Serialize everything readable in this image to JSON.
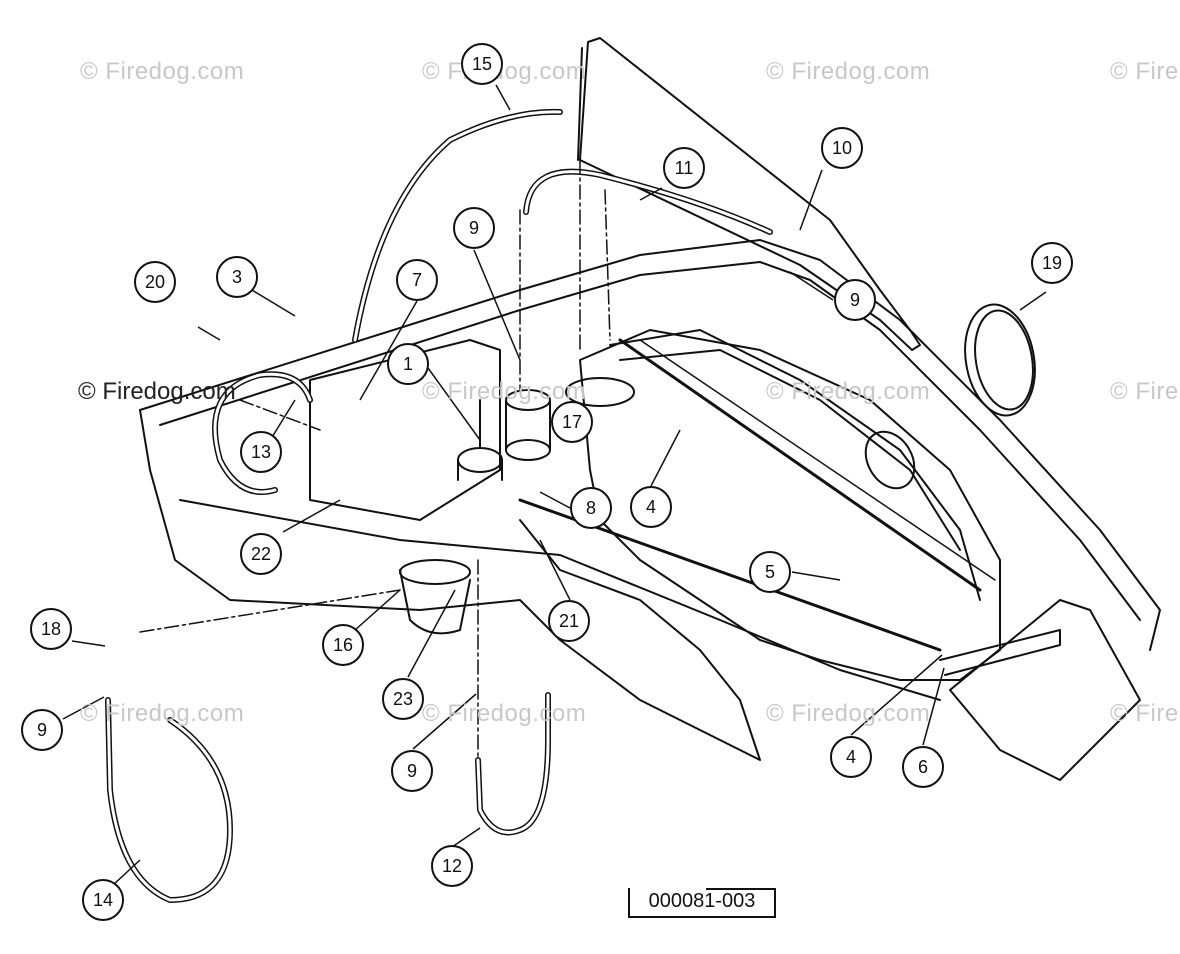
{
  "watermark": "© Firedog.com",
  "watermark_partial": "© Fire",
  "document_number": "000081-003",
  "callouts": [
    "1",
    "3",
    "4",
    "4",
    "5",
    "6",
    "7",
    "8",
    "9",
    "9",
    "9",
    "9",
    "10",
    "11",
    "12",
    "13",
    "14",
    "15",
    "16",
    "17",
    "18",
    "19",
    "20",
    "21",
    "22",
    "23"
  ],
  "labels": {
    "c1": "1",
    "c3": "3",
    "c4a": "4",
    "c4b": "4",
    "c5": "5",
    "c6": "6",
    "c7": "7",
    "c8": "8",
    "c9a": "9",
    "c9b": "9",
    "c9c": "9",
    "c9d": "9",
    "c10": "10",
    "c11": "11",
    "c12": "12",
    "c13": "13",
    "c14": "14",
    "c15": "15",
    "c16": "16",
    "c17": "17",
    "c18": "18",
    "c19": "19",
    "c20": "20",
    "c21": "21",
    "c22": "22",
    "c23": "23"
  }
}
